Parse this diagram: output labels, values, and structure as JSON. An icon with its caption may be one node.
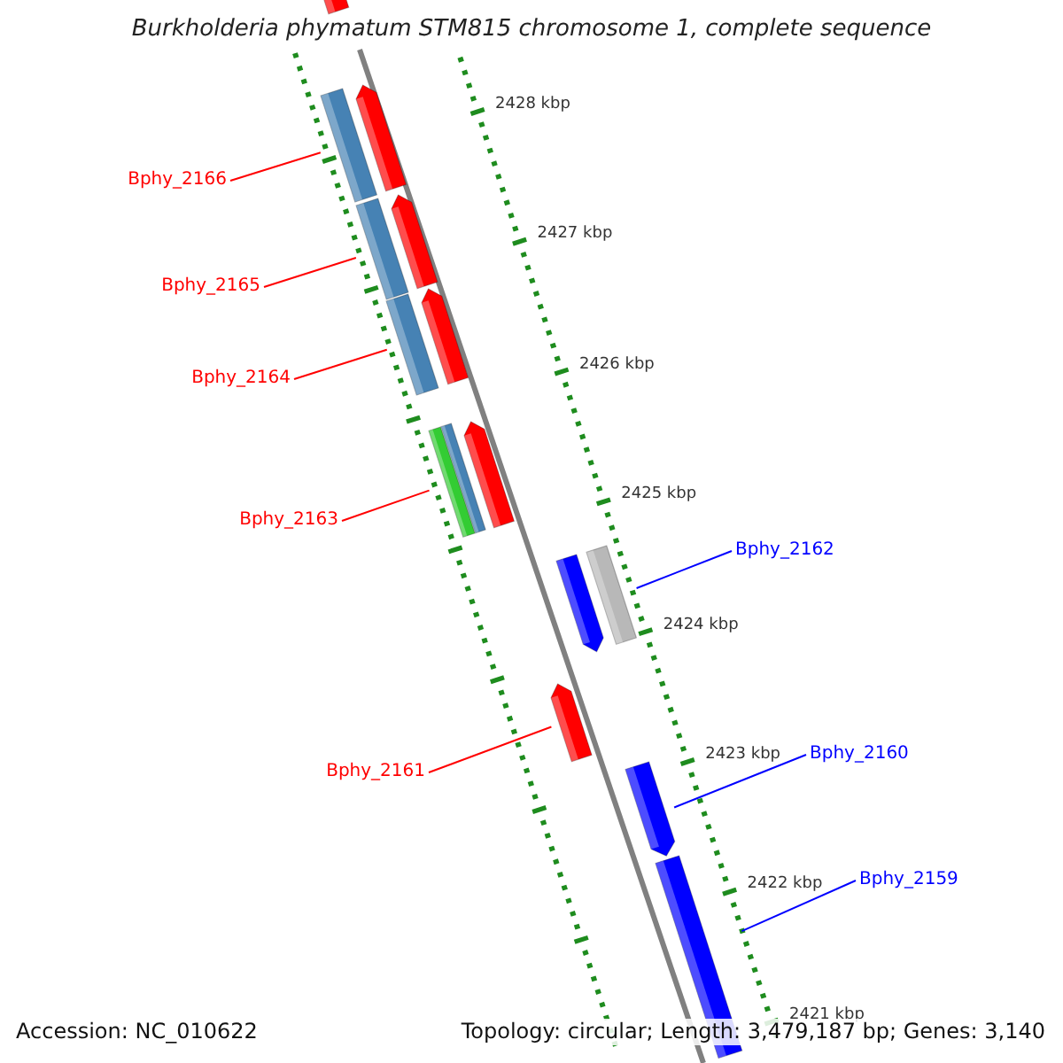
{
  "diagram": {
    "title": "Burkholderia phymatum STM815 chromosome 1, complete sequence",
    "nodes": [
      {
        "text": [],
        "shape": "bar"
      },
      {
        "text": [],
        "shape": "bar"
      },
      {
        "text": [],
        "shape": "bar"
      },
      {
        "text": [],
        "shape": "bar"
      },
      {
        "text": [],
        "shape": "bar"
      },
      {
        "text": [],
        "shape": "bar"
      },
      {
        "text": [],
        "shape": "bar"
      },
      {
        "text": [],
        "shape": "bar"
      },
      {
        "text": [],
        "shape": "bar"
      },
      {
        "text": [],
        "shape": "bar"
      },
      {
        "text": [],
        "shape": "bar"
      },
      {
        "text": [],
        "shape": "bar"
      },
      {
        "text": [],
        "shape": "bar"
      },
      {
        "text": [],
        "shape": "bar"
      },
      {
        "text": [],
        "shape": "bar"
      },
      {
        "text": [
          "Bphy_2166"
        ]
      },
      {
        "text": [
          "Bphy_2165"
        ]
      },
      {
        "text": [
          "Bphy_2164"
        ]
      },
      {
        "text": [
          "Bphy_2163"
        ]
      },
      {
        "text": [
          "Bphy_2162"
        ]
      },
      {
        "text": [
          "Bphy_2161"
        ]
      },
      {
        "text": [
          "Bphy_2160"
        ]
      },
      {
        "text": [
          "Bphy_2159"
        ]
      }
    ],
    "edges": [
      {
        "from": 15,
        "to": 1,
        "arrow": "none"
      },
      {
        "from": 16,
        "to": 3,
        "arrow": "none"
      },
      {
        "from": 17,
        "to": 4,
        "arrow": "none"
      },
      {
        "from": 18,
        "to": 7,
        "arrow": "none"
      },
      {
        "from": 19,
        "to": 11,
        "arrow": "none",
        "color": "#0000ff"
      },
      {
        "from": 20,
        "to": 12,
        "arrow": "none"
      },
      {
        "from": 21,
        "to": 13,
        "arrow": "none",
        "color": "#0000ff"
      },
      {
        "from": 22,
        "to": 14,
        "arrow": "none",
        "color": "#0000ff"
      }
    ],
    "labels": [
      "2428 kbp",
      "2427 kbp",
      "2426 kbp",
      "2425 kbp",
      "2424 kbp",
      "2423 kbp",
      "2422 kbp",
      "2421 kbp",
      "Accession: NC_010622",
      "Topology: circular; Length: 3,479,187 bp; Genes: 3,140"
    ]
  }
}
